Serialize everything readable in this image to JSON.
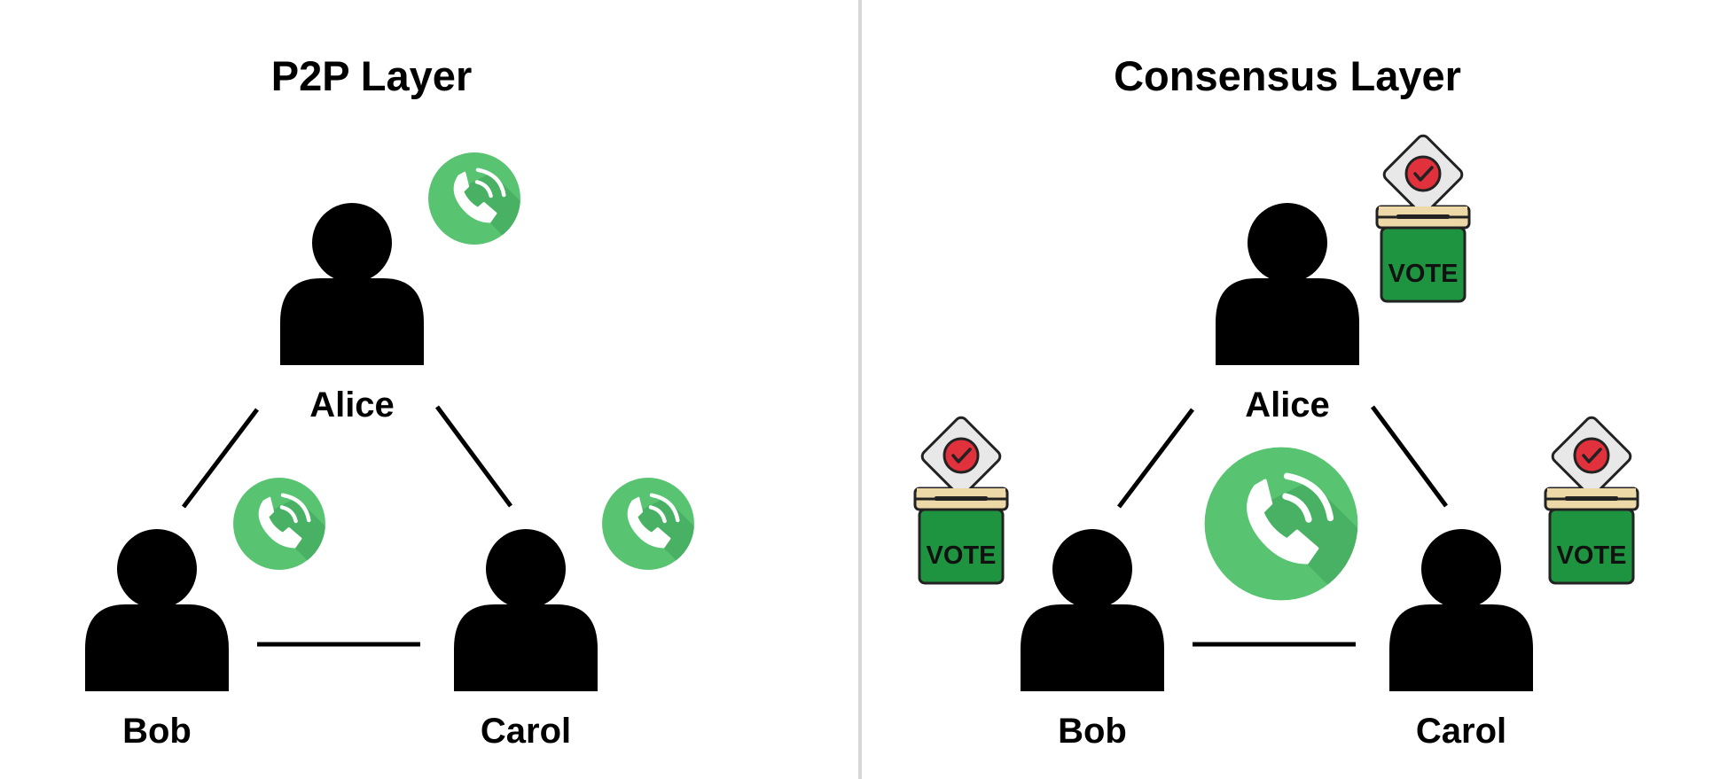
{
  "panels": [
    {
      "title": "P2P Layer",
      "nodes": [
        {
          "name": "Alice"
        },
        {
          "name": "Bob"
        },
        {
          "name": "Carol"
        }
      ]
    },
    {
      "title": "Consensus Layer",
      "nodes": [
        {
          "name": "Alice"
        },
        {
          "name": "Bob"
        },
        {
          "name": "Carol"
        }
      ]
    }
  ],
  "icons": {
    "person": "person-icon",
    "phone": "phone-call-icon",
    "ballot": "vote-ballot-box-icon",
    "ballot_text": "VOTE"
  },
  "colors": {
    "phone_green": "#58c471",
    "ballot_green": "#1f9440",
    "check_red": "#e0313c"
  }
}
